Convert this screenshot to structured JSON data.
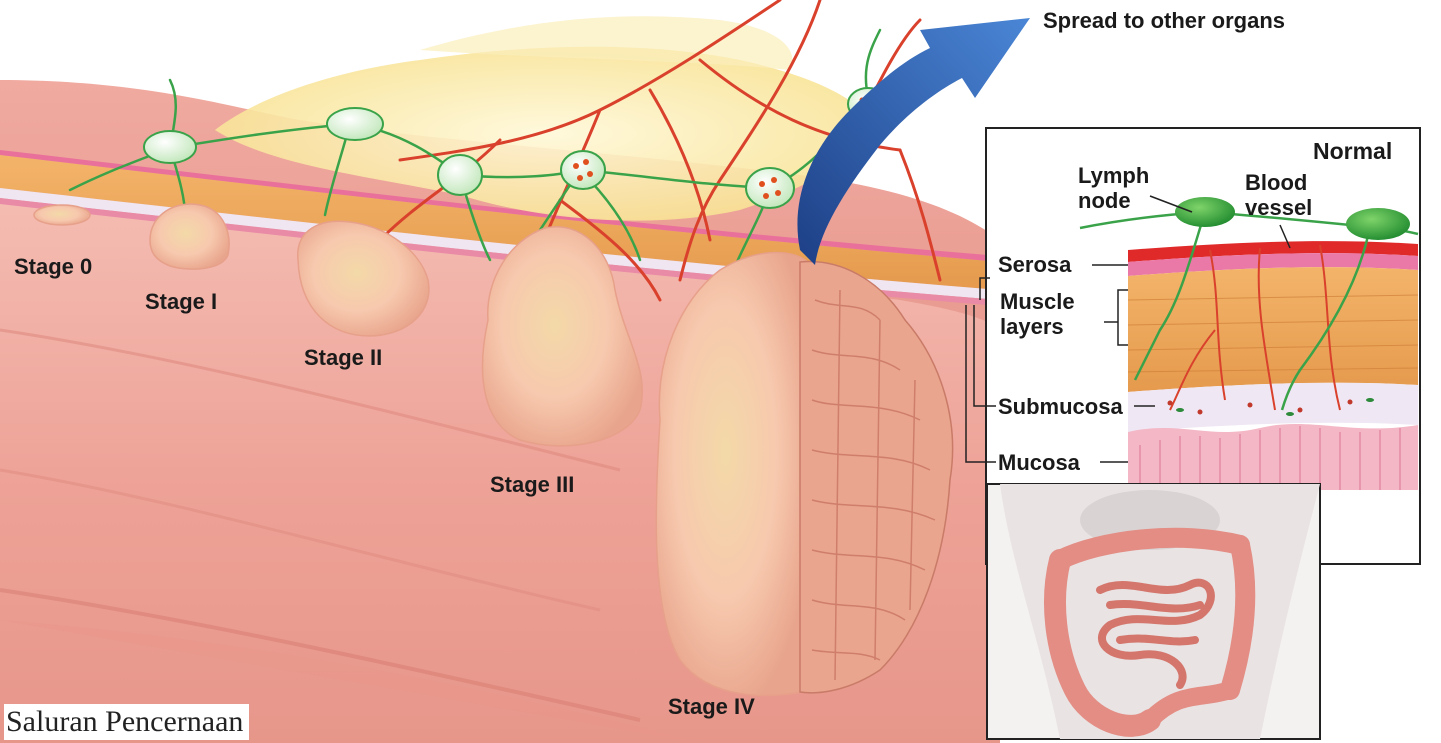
{
  "diagram": {
    "spread_label": "Spread to other organs",
    "stages": [
      {
        "label": "Stage 0"
      },
      {
        "label": "Stage I"
      },
      {
        "label": "Stage II"
      },
      {
        "label": "Stage III"
      },
      {
        "label": "Stage IV"
      }
    ],
    "inset": {
      "title": "Normal",
      "lymph_node": [
        "Lymph",
        "node"
      ],
      "blood_vessel": [
        "Blood",
        "vessel"
      ],
      "layers": {
        "serosa": "Serosa",
        "muscle": [
          "Muscle",
          "layers"
        ],
        "submucosa": "Submucosa",
        "mucosa": "Mucosa"
      }
    },
    "caption": "Saluran Pencernaan"
  },
  "colors": {
    "tissue_pink": "#e8958c",
    "tumor": "#f6c7a8",
    "fat_yellow": "#f9e9a8",
    "lymph_green": "#3aa34a",
    "blood_red": "#d9412c",
    "arrow_blue": "#2b62b8"
  }
}
